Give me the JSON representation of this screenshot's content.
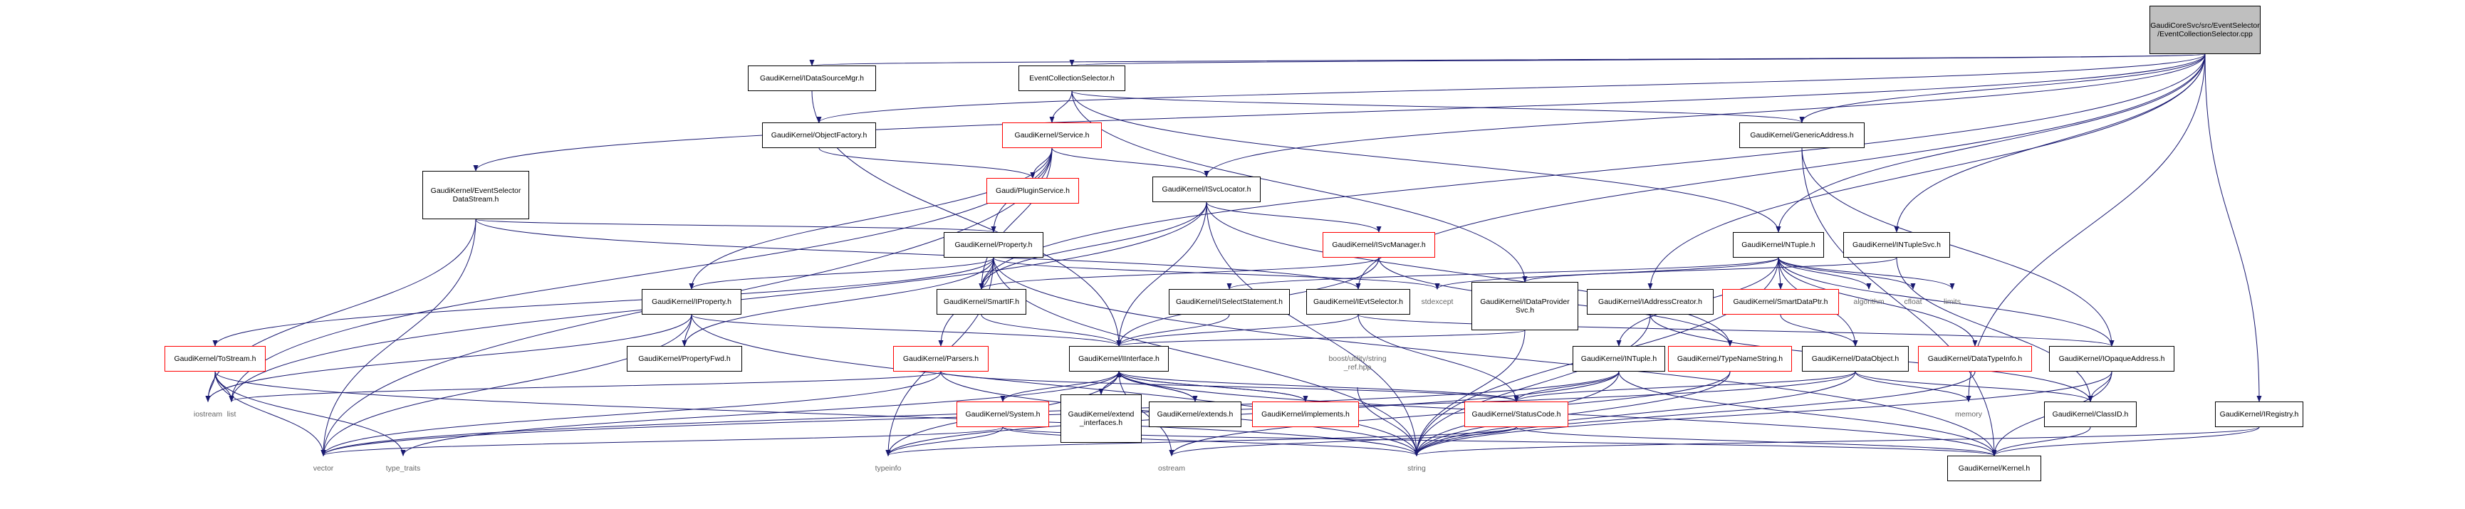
{
  "colors": {
    "edge": "#191970",
    "node_border": "#000000",
    "missing_border": "#ff0000",
    "root_fill": "#bfbfbf",
    "system_text": "#666666"
  },
  "nodes": [
    {
      "id": "root",
      "label": "GaudiCoreSvc/src/EventSelector\n/EventCollectionSelector.cpp",
      "kind": "root"
    },
    {
      "id": "datasourcemgr",
      "label": "GaudiKernel/IDataSourceMgr.h",
      "kind": "local"
    },
    {
      "id": "ecselector",
      "label": "EventCollectionSelector.h",
      "kind": "local"
    },
    {
      "id": "objectfactory",
      "label": "GaudiKernel/ObjectFactory.h",
      "kind": "local"
    },
    {
      "id": "service",
      "label": "GaudiKernel/Service.h",
      "kind": "red"
    },
    {
      "id": "genericaddress",
      "label": "GaudiKernel/GenericAddress.h",
      "kind": "local"
    },
    {
      "id": "pluginservice",
      "label": "Gaudi/PluginService.h",
      "kind": "red"
    },
    {
      "id": "evselstream",
      "label": "GaudiKernel/EventSelector\nDataStream.h",
      "kind": "local"
    },
    {
      "id": "isvclocator",
      "label": "GaudiKernel/ISvcLocator.h",
      "kind": "local"
    },
    {
      "id": "property",
      "label": "GaudiKernel/Property.h",
      "kind": "local"
    },
    {
      "id": "isvcmanager",
      "label": "GaudiKernel/ISvcManager.h",
      "kind": "red"
    },
    {
      "id": "ntuple",
      "label": "GaudiKernel/NTuple.h",
      "kind": "local"
    },
    {
      "id": "intuplesvc",
      "label": "GaudiKernel/INTupleSvc.h",
      "kind": "local"
    },
    {
      "id": "iproperty",
      "label": "GaudiKernel/IProperty.h",
      "kind": "local"
    },
    {
      "id": "smartif",
      "label": "GaudiKernel/SmartIF.h",
      "kind": "local"
    },
    {
      "id": "iselectstatement",
      "label": "GaudiKernel/ISelectStatement.h",
      "kind": "local"
    },
    {
      "id": "ievtselector",
      "label": "GaudiKernel/IEvtSelector.h",
      "kind": "local"
    },
    {
      "id": "stdexcept",
      "label": "stdexcept",
      "kind": "ext"
    },
    {
      "id": "idataprovidersvc",
      "label": "GaudiKernel/IDataProvider\nSvc.h",
      "kind": "local"
    },
    {
      "id": "iaddresscreator",
      "label": "GaudiKernel/IAddressCreator.h",
      "kind": "local"
    },
    {
      "id": "smartdataptr",
      "label": "GaudiKernel/SmartDataPtr.h",
      "kind": "red"
    },
    {
      "id": "algorithm",
      "label": "algorithm",
      "kind": "ext"
    },
    {
      "id": "cfloat",
      "label": "cfloat",
      "kind": "ext"
    },
    {
      "id": "limits",
      "label": "limits",
      "kind": "ext"
    },
    {
      "id": "tostream",
      "label": "GaudiKernel/ToStream.h",
      "kind": "red"
    },
    {
      "id": "propertyfwd",
      "label": "GaudiKernel/PropertyFwd.h",
      "kind": "local"
    },
    {
      "id": "parsers",
      "label": "GaudiKernel/Parsers.h",
      "kind": "red"
    },
    {
      "id": "iinterface",
      "label": "GaudiKernel/IInterface.h",
      "kind": "local"
    },
    {
      "id": "boostref",
      "label": "boost/utility/string\n_ref.hpp",
      "kind": "ext"
    },
    {
      "id": "intuple",
      "label": "GaudiKernel/INTuple.h",
      "kind": "local"
    },
    {
      "id": "typenamestring",
      "label": "GaudiKernel/TypeNameString.h",
      "kind": "red"
    },
    {
      "id": "dataobject",
      "label": "GaudiKernel/DataObject.h",
      "kind": "local"
    },
    {
      "id": "datatypeinfo",
      "label": "GaudiKernel/DataTypeInfo.h",
      "kind": "red"
    },
    {
      "id": "iopaqueaddress",
      "label": "GaudiKernel/IOpaqueAddress.h",
      "kind": "local"
    },
    {
      "id": "iostream",
      "label": "iostream",
      "kind": "ext"
    },
    {
      "id": "list",
      "label": "list",
      "kind": "ext"
    },
    {
      "id": "system",
      "label": "GaudiKernel/System.h",
      "kind": "red"
    },
    {
      "id": "extendinterfaces",
      "label": "GaudiKernel/extend\n_interfaces.h",
      "kind": "local"
    },
    {
      "id": "extends",
      "label": "GaudiKernel/extends.h",
      "kind": "local"
    },
    {
      "id": "implements",
      "label": "GaudiKernel/implements.h",
      "kind": "red"
    },
    {
      "id": "statuscode",
      "label": "GaudiKernel/StatusCode.h",
      "kind": "red"
    },
    {
      "id": "memory",
      "label": "memory",
      "kind": "ext"
    },
    {
      "id": "classid",
      "label": "GaudiKernel/ClassID.h",
      "kind": "local"
    },
    {
      "id": "iregistry",
      "label": "GaudiKernel/IRegistry.h",
      "kind": "local"
    },
    {
      "id": "vector",
      "label": "vector",
      "kind": "ext"
    },
    {
      "id": "typetraits",
      "label": "type_traits",
      "kind": "ext"
    },
    {
      "id": "typeinfo",
      "label": "typeinfo",
      "kind": "ext"
    },
    {
      "id": "ostream",
      "label": "ostream",
      "kind": "ext"
    },
    {
      "id": "string",
      "label": "string",
      "kind": "ext"
    },
    {
      "id": "kernel",
      "label": "GaudiKernel/Kernel.h",
      "kind": "local"
    }
  ],
  "edges": [
    [
      "root",
      "datasourcemgr"
    ],
    [
      "root",
      "ecselector"
    ],
    [
      "root",
      "objectfactory"
    ],
    [
      "root",
      "genericaddress"
    ],
    [
      "root",
      "evselstream"
    ],
    [
      "root",
      "isvclocator"
    ],
    [
      "root",
      "smartif"
    ],
    [
      "root",
      "ntuple"
    ],
    [
      "root",
      "intuplesvc"
    ],
    [
      "root",
      "iaddresscreator"
    ],
    [
      "root",
      "ievtselector"
    ],
    [
      "root",
      "iregistry"
    ],
    [
      "root",
      "memory"
    ],
    [
      "datasourcemgr",
      "iinterface"
    ],
    [
      "ecselector",
      "service"
    ],
    [
      "ecselector",
      "ntuple"
    ],
    [
      "ecselector",
      "genericaddress"
    ],
    [
      "ecselector",
      "idataprovidersvc"
    ],
    [
      "objectfactory",
      "pluginservice"
    ],
    [
      "service",
      "pluginservice"
    ],
    [
      "service",
      "isvclocator"
    ],
    [
      "service",
      "property"
    ],
    [
      "service",
      "smartif"
    ],
    [
      "service",
      "iproperty"
    ],
    [
      "service",
      "list"
    ],
    [
      "service",
      "vector"
    ],
    [
      "genericaddress",
      "iopaqueaddress"
    ],
    [
      "genericaddress",
      "kernel"
    ],
    [
      "evselstream",
      "property"
    ],
    [
      "evselstream",
      "iostream"
    ],
    [
      "evselstream",
      "vector"
    ],
    [
      "evselstream",
      "ievtselector"
    ],
    [
      "isvclocator",
      "isvcmanager"
    ],
    [
      "isvclocator",
      "smartif"
    ],
    [
      "isvclocator",
      "iinterface"
    ],
    [
      "isvclocator",
      "typenamestring"
    ],
    [
      "isvclocator",
      "list"
    ],
    [
      "isvclocator",
      "string"
    ],
    [
      "property",
      "iproperty"
    ],
    [
      "property",
      "propertyfwd"
    ],
    [
      "property",
      "parsers"
    ],
    [
      "property",
      "tostream"
    ],
    [
      "property",
      "smartif"
    ],
    [
      "property",
      "stdexcept"
    ],
    [
      "property",
      "typeinfo"
    ],
    [
      "property",
      "string"
    ],
    [
      "property",
      "kernel"
    ],
    [
      "isvcmanager",
      "smartif"
    ],
    [
      "isvcmanager",
      "typenamestring"
    ],
    [
      "isvcmanager",
      "iinterface"
    ],
    [
      "ntuple",
      "stdexcept"
    ],
    [
      "ntuple",
      "algorithm"
    ],
    [
      "ntuple",
      "cfloat"
    ],
    [
      "ntuple",
      "limits"
    ],
    [
      "ntuple",
      "smartdataptr"
    ],
    [
      "ntuple",
      "dataobject"
    ],
    [
      "ntuple",
      "intuple"
    ],
    [
      "ntuple",
      "iopaqueaddress"
    ],
    [
      "ntuple",
      "datatypeinfo"
    ],
    [
      "ntuple",
      "iselectstatement"
    ],
    [
      "ntuple",
      "string"
    ],
    [
      "intuplesvc",
      "idataprovidersvc"
    ],
    [
      "intuplesvc",
      "classid"
    ],
    [
      "iproperty",
      "propertyfwd"
    ],
    [
      "iproperty",
      "iinterface"
    ],
    [
      "iproperty",
      "iostream"
    ],
    [
      "iproperty",
      "vector"
    ],
    [
      "iproperty",
      "string"
    ],
    [
      "smartif",
      "iinterface"
    ],
    [
      "iselectstatement",
      "iinterface"
    ],
    [
      "ievtselector",
      "iinterface"
    ],
    [
      "ievtselector",
      "statuscode"
    ],
    [
      "ievtselector",
      "iopaqueaddress"
    ],
    [
      "idataprovidersvc",
      "iinterface"
    ],
    [
      "idataprovidersvc",
      "string"
    ],
    [
      "iaddresscreator",
      "classid"
    ],
    [
      "iaddresscreator",
      "string"
    ],
    [
      "smartdataptr",
      "dataobject"
    ],
    [
      "tostream",
      "iostream"
    ],
    [
      "tostream",
      "list"
    ],
    [
      "tostream",
      "vector"
    ],
    [
      "tostream",
      "typetraits"
    ],
    [
      "tostream",
      "string"
    ],
    [
      "parsers",
      "list"
    ],
    [
      "parsers",
      "vector"
    ],
    [
      "parsers",
      "string"
    ],
    [
      "parsers",
      "statuscode"
    ],
    [
      "iinterface",
      "system"
    ],
    [
      "iinterface",
      "extendinterfaces"
    ],
    [
      "iinterface",
      "extends"
    ],
    [
      "iinterface",
      "implements"
    ],
    [
      "iinterface",
      "statuscode"
    ],
    [
      "iinterface",
      "typetraits"
    ],
    [
      "iinterface",
      "typeinfo"
    ],
    [
      "iinterface",
      "ostream"
    ],
    [
      "iinterface",
      "kernel"
    ],
    [
      "extendinterfaces",
      "iinterface"
    ],
    [
      "extends",
      "iinterface"
    ],
    [
      "implements",
      "iinterface"
    ],
    [
      "intuple",
      "statuscode"
    ],
    [
      "intuple",
      "vector"
    ],
    [
      "intuple",
      "typeinfo"
    ],
    [
      "intuple",
      "string"
    ],
    [
      "intuple",
      "kernel"
    ],
    [
      "typenamestring",
      "string"
    ],
    [
      "typenamestring",
      "ostream"
    ],
    [
      "dataobject",
      "classid"
    ],
    [
      "dataobject",
      "statuscode"
    ],
    [
      "dataobject",
      "memory"
    ],
    [
      "dataobject",
      "string"
    ],
    [
      "dataobject",
      "vector"
    ],
    [
      "datatypeinfo",
      "string"
    ],
    [
      "iopaqueaddress",
      "classid"
    ],
    [
      "iopaqueaddress",
      "kernel"
    ],
    [
      "iopaqueaddress",
      "string"
    ],
    [
      "system",
      "vector"
    ],
    [
      "system",
      "typeinfo"
    ],
    [
      "system",
      "string"
    ],
    [
      "system",
      "kernel"
    ],
    [
      "statuscode",
      "ostream"
    ],
    [
      "statuscode",
      "kernel"
    ],
    [
      "statuscode",
      "typeinfo"
    ],
    [
      "classid",
      "kernel"
    ],
    [
      "iregistry",
      "kernel"
    ],
    [
      "iregistry",
      "string"
    ],
    [
      "boostref",
      "string"
    ]
  ]
}
